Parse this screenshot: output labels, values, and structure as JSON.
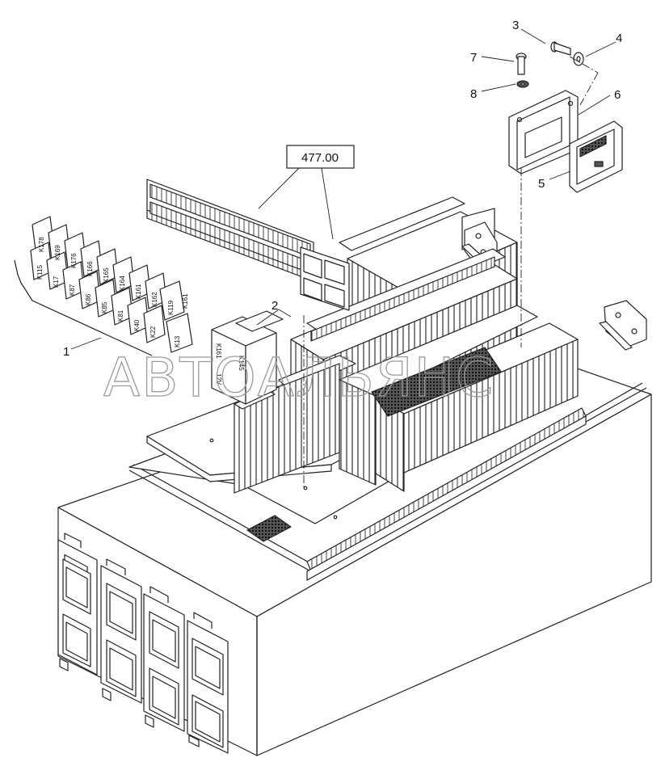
{
  "reference_box": "477.00",
  "callouts": [
    "1",
    "2",
    "3",
    "4",
    "5",
    "6",
    "7",
    "8"
  ],
  "relay_labels": {
    "top_row": [
      "K178",
      "K169",
      "K176",
      "K166",
      "K165",
      "K164",
      "K161",
      "K162"
    ],
    "bottom_row": [
      "K115",
      "K17",
      "K87",
      "K86",
      "K85",
      "K81",
      "K40",
      "K22"
    ],
    "side": [
      "K119",
      "K13",
      "K161"
    ],
    "module": [
      "K161",
      "K145",
      "12V"
    ]
  },
  "watermark": "АВТОАЛЬЯНС",
  "colors": {
    "line": "#222222",
    "watermark": "#9a9a9a",
    "background": "#ffffff"
  }
}
